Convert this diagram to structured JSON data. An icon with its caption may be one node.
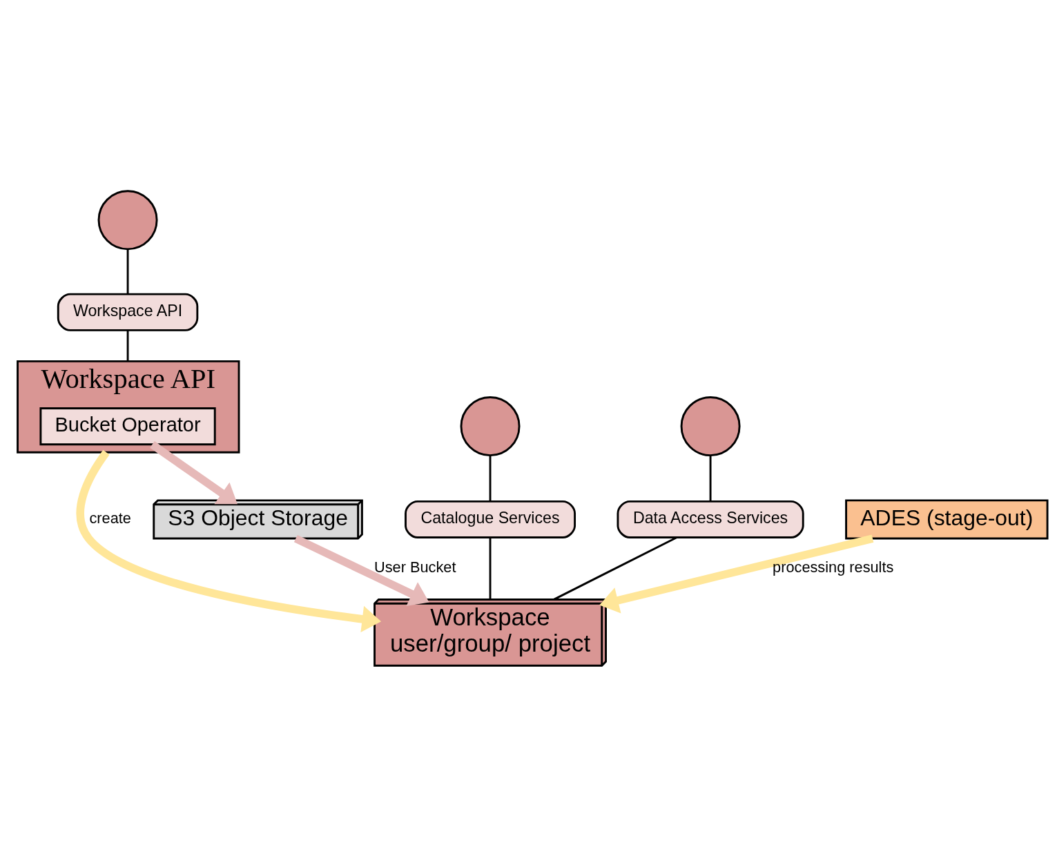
{
  "diagram": {
    "nodes": [
      {
        "text": [],
        "shape": "circle"
      },
      {
        "text": [
          "Workspace API"
        ]
      },
      {
        "text": [],
        "shape": "circle"
      },
      {
        "text": [
          "Catalogue Services"
        ]
      },
      {
        "text": [],
        "shape": "circle"
      },
      {
        "text": [
          "Data Access Services"
        ]
      },
      {
        "text": [
          "Workspace API"
        ]
      },
      {
        "text": [
          "Bucket Operator"
        ],
        "in": 6
      },
      {
        "text": [
          "Workspace",
          "user/group/ project"
        ]
      },
      {
        "text": [
          "ADES (stage-out)"
        ]
      },
      {
        "text": [
          "S3 Object Storage"
        ]
      }
    ],
    "edges": [
      {
        "from": 0,
        "to": 1,
        "arrow": "none"
      },
      {
        "from": 1,
        "to": 6,
        "arrow": "none"
      },
      {
        "from": 2,
        "to": 3,
        "arrow": "none"
      },
      {
        "from": 3,
        "to": 8,
        "arrow": "none"
      },
      {
        "from": 4,
        "to": 5,
        "arrow": "none"
      },
      {
        "from": 5,
        "to": 8,
        "arrow": "none"
      },
      {
        "from": 6,
        "to": 8,
        "arrow": "to",
        "label": "create",
        "style": "thick",
        "color": "#ffe699"
      },
      {
        "from": 9,
        "to": 8,
        "arrow": "to",
        "label": "processing results",
        "style": "thick",
        "color": "#ffe699"
      },
      {
        "from": 7,
        "to": 10,
        "arrow": "to",
        "style": "thick",
        "color": "#e6b9b8"
      },
      {
        "from": 10,
        "to": 8,
        "arrow": "to",
        "label": "User Bucket",
        "style": "thick",
        "color": "#e6b9b8"
      }
    ]
  }
}
